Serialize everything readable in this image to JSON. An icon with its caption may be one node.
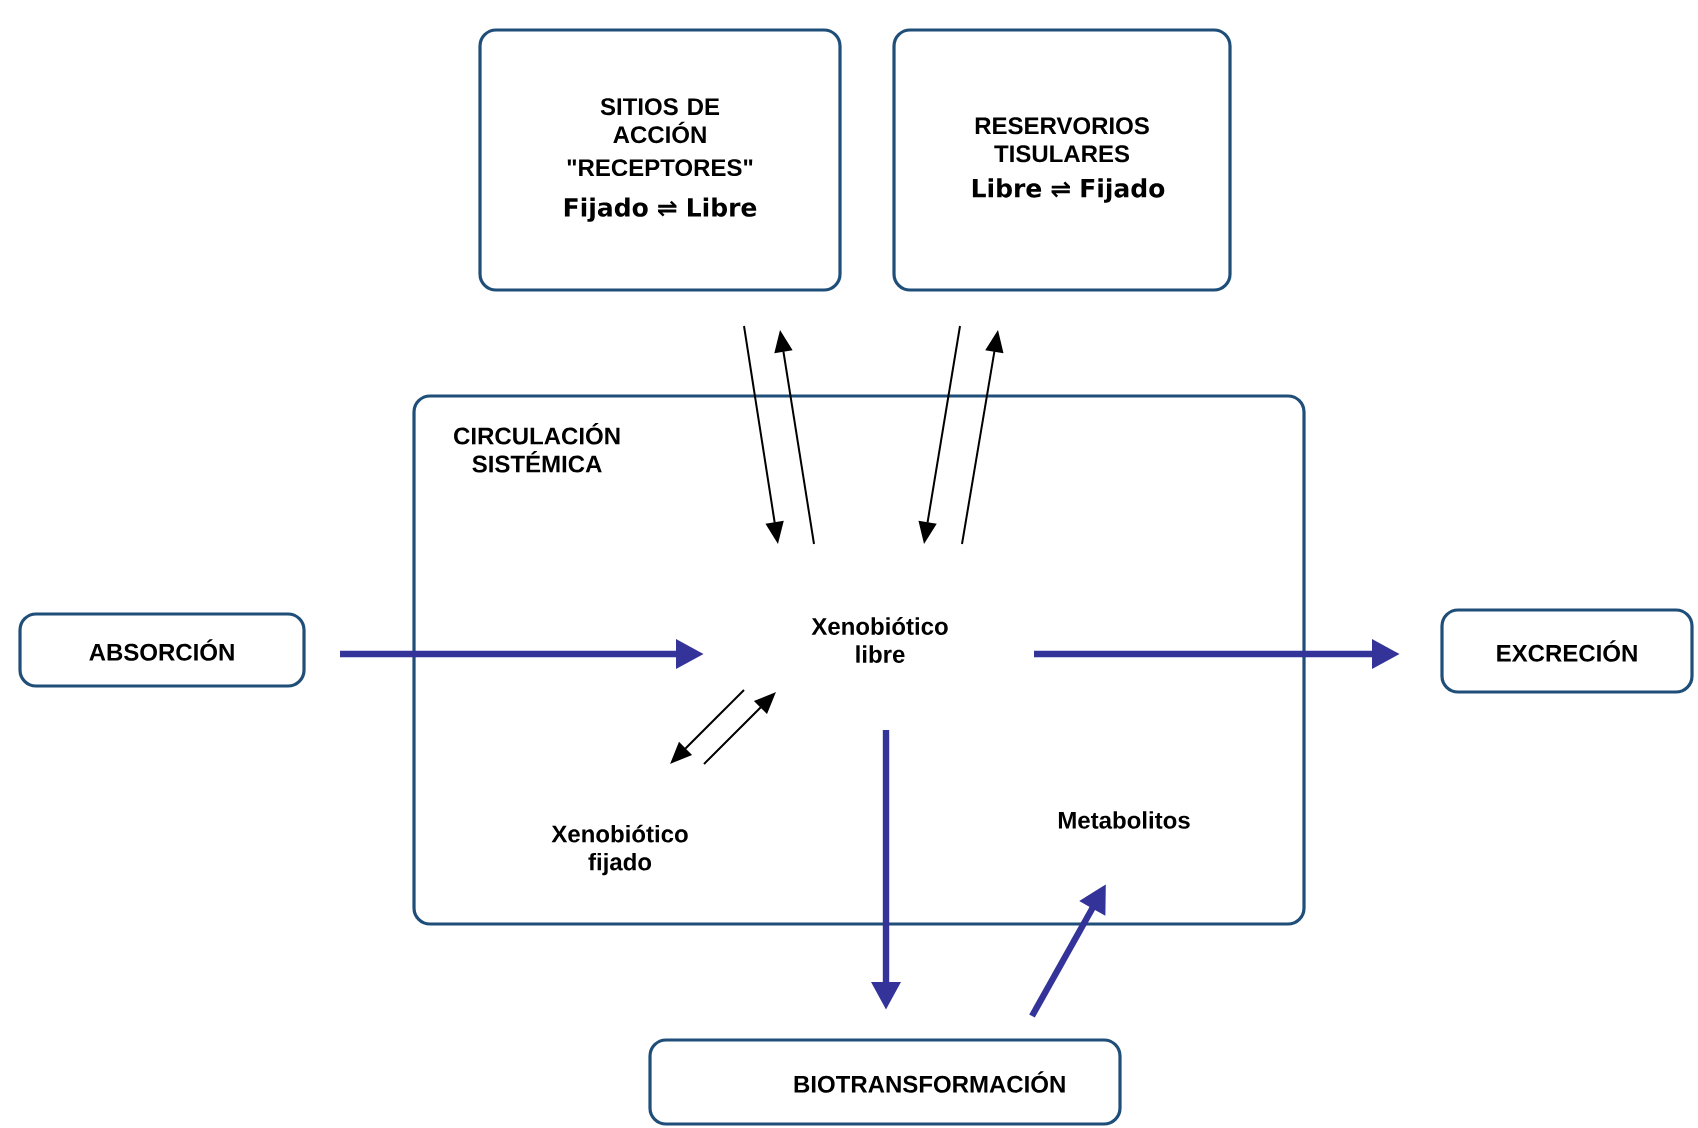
{
  "diagram": {
    "nodes": [
      {
        "text": [
          "SITIOS DE ACCIÓN",
          "\"RECEPTORES\"",
          "Fijado ⇌ Libre"
        ]
      },
      {
        "text": [
          "RESERVORIOS TISULARES",
          "Libre ⇌ Fijado"
        ]
      },
      {
        "text": [
          "CIRCULACIÓN SISTÉMICA"
        ]
      },
      {
        "text": [
          "Xenobiótico libre"
        ],
        "in": 2
      },
      {
        "text": [
          "Xenobiótico fijado"
        ],
        "in": 2
      },
      {
        "text": [
          "Metabolitos"
        ],
        "in": 2
      },
      {
        "text": [
          "ABSORCIÓN"
        ]
      },
      {
        "text": [
          "EXCRECIÓN"
        ]
      },
      {
        "text": [
          "BIOTRANSFORMACIÓN"
        ]
      }
    ],
    "edges": [
      {
        "from": 0,
        "to": 3,
        "arrow": "to"
      },
      {
        "from": 3,
        "to": 0,
        "arrow": "to"
      },
      {
        "from": 1,
        "to": 3,
        "arrow": "to"
      },
      {
        "from": 3,
        "to": 1,
        "arrow": "to"
      },
      {
        "from": 6,
        "to": 3,
        "arrow": "to",
        "style": "thick",
        "color": "#333399"
      },
      {
        "from": 3,
        "to": 7,
        "arrow": "to",
        "style": "thick",
        "color": "#333399"
      },
      {
        "from": 3,
        "to": 4,
        "arrow": "to"
      },
      {
        "from": 4,
        "to": 3,
        "arrow": "to"
      },
      {
        "from": 3,
        "to": 8,
        "arrow": "to",
        "style": "thick",
        "color": "#333399"
      },
      {
        "from": 8,
        "to": 5,
        "arrow": "to",
        "style": "thick",
        "color": "#333399"
      }
    ]
  }
}
